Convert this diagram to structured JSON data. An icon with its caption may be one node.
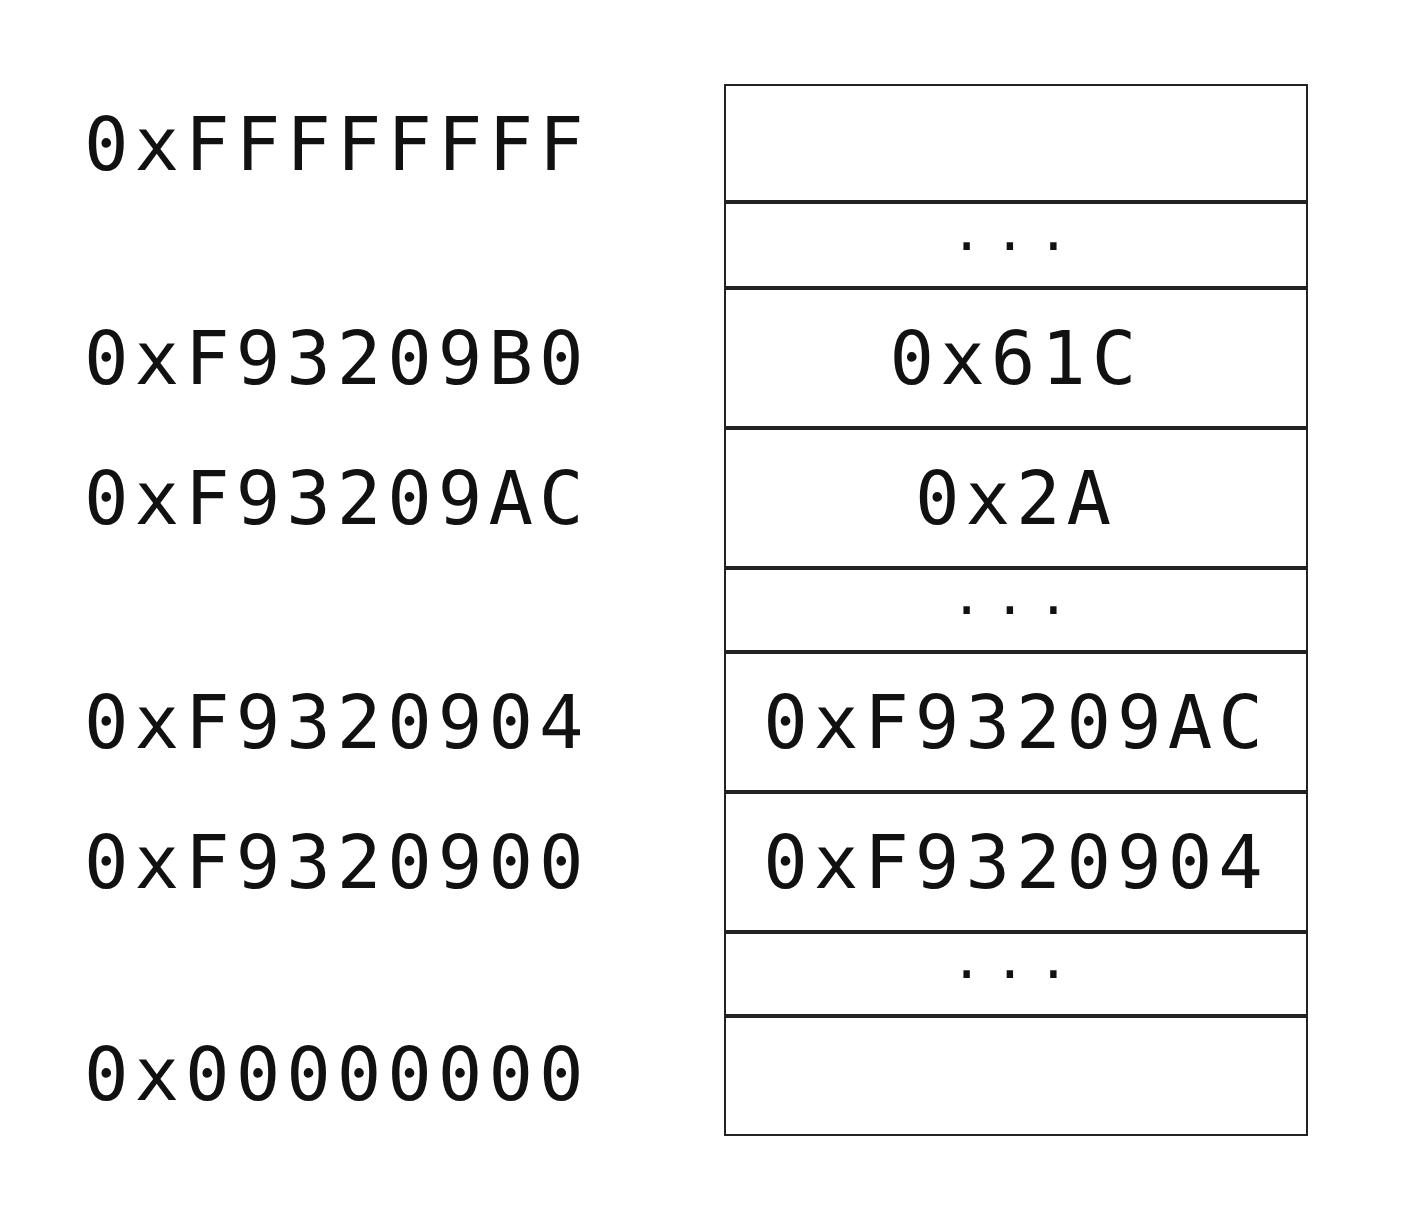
{
  "diagram": {
    "nodes": [
      {
        "text": [],
        "shape": "box",
        "beside": [
          "0xFFFFFFFF"
        ]
      },
      {
        "text": [
          "..."
        ]
      },
      {
        "text": [
          "0x61C"
        ],
        "beside": [
          "0xF93209B0"
        ]
      },
      {
        "text": [
          "0x2A"
        ],
        "beside": [
          "0xF93209AC"
        ]
      },
      {
        "text": [
          "..."
        ]
      },
      {
        "text": [
          "0xF93209AC"
        ],
        "beside": [
          "0xF9320904"
        ]
      },
      {
        "text": [
          "0xF9320904"
        ],
        "beside": [
          "0xF9320900"
        ]
      },
      {
        "text": [
          "..."
        ]
      },
      {
        "text": [],
        "shape": "box",
        "beside": [
          "0x00000000"
        ]
      }
    ]
  }
}
